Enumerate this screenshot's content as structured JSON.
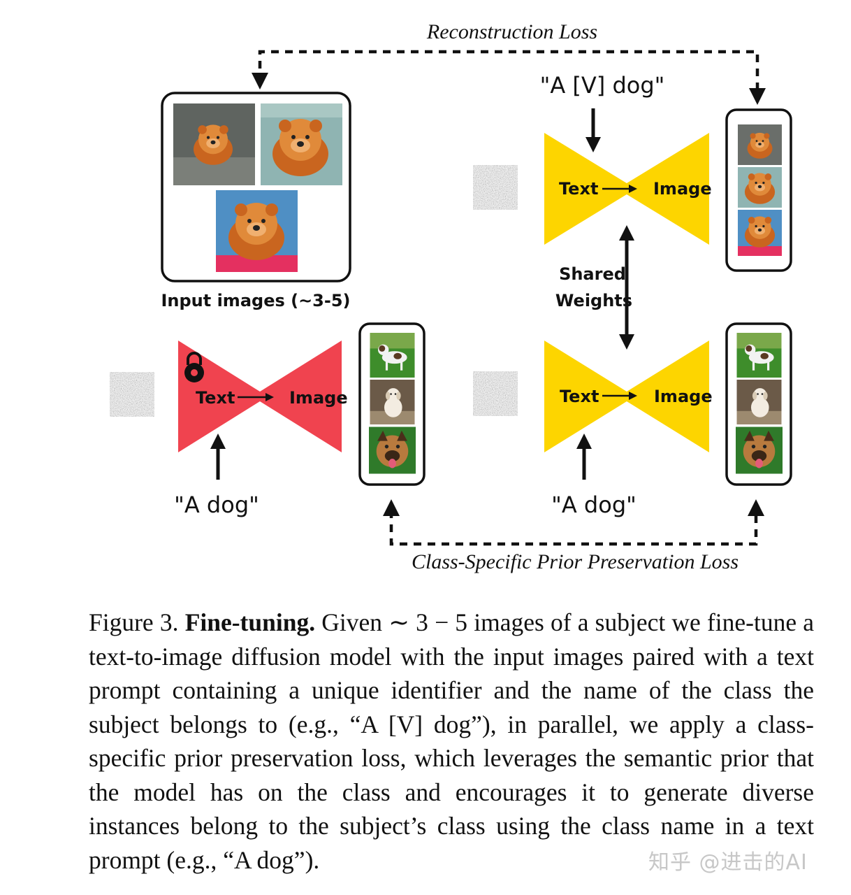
{
  "figure": {
    "reconstruction_loss": "Reconstruction Loss",
    "prior_loss": "Class-Specific Prior Preservation Loss",
    "input_images_label": "Input images (~3-5)",
    "shared_weights_line1": "Shared",
    "shared_weights_line2": "Weights",
    "prompt_identifier": "\"A [V] dog\"",
    "prompt_class": "\"A dog\"",
    "model_text": "Text",
    "model_image": "Image",
    "colors": {
      "frozen_model": "#f0434f",
      "trained_model": "#fdd500",
      "chow_fur": "#d9762a",
      "grass": "#3e8d2b"
    },
    "icons": [
      "lock-icon",
      "noise-icon",
      "chow-dog-image",
      "class-dog-image"
    ]
  },
  "caption": {
    "label": "Figure 3.",
    "bold": "Fine-tuning.",
    "text": "Given ∼ 3 − 5 images of a subject we fine-tune a text-to-image diffusion model with the input images paired with a text prompt containing a unique identifier and the name of the class the subject belongs to (e.g., “A [V] dog”), in parallel, we apply a class-specific prior preservation loss, which leverages the semantic prior that the model has on the class and encourages it to generate diverse instances belong to the subject’s class using the class name in a text prompt (e.g., “A dog”)."
  },
  "watermark": "知乎 @进击的AI"
}
